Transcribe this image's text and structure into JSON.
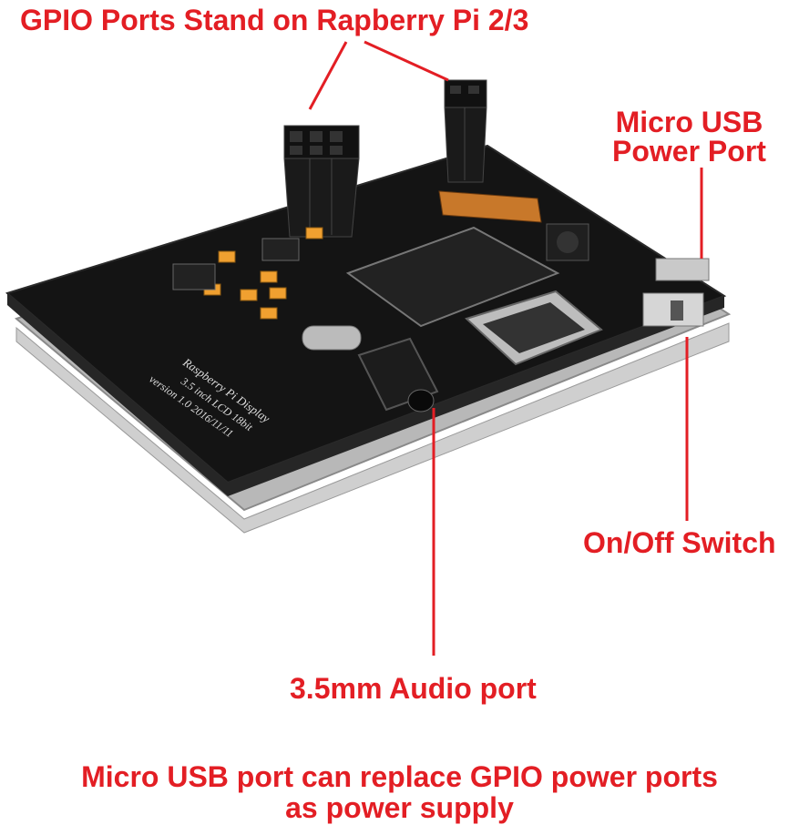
{
  "labels": {
    "gpio_title": "GPIO Ports Stand on Rapberry Pi 2/3",
    "usb_line1": "Micro USB",
    "usb_line2": "Power Port",
    "switch": "On/Off Switch",
    "audio": "3.5mm Audio port",
    "caption_line1": "Micro USB port can replace GPIO power ports",
    "caption_line2": "as power supply"
  },
  "board_silkscreen": {
    "line1": "Raspberry Pi Display",
    "line2": "3.5 inch LCD 18bit",
    "line3": "version 1.0 2016/11/11"
  },
  "colors": {
    "accent": "#e31e24",
    "board": "#141414",
    "components": "#f0a030"
  }
}
